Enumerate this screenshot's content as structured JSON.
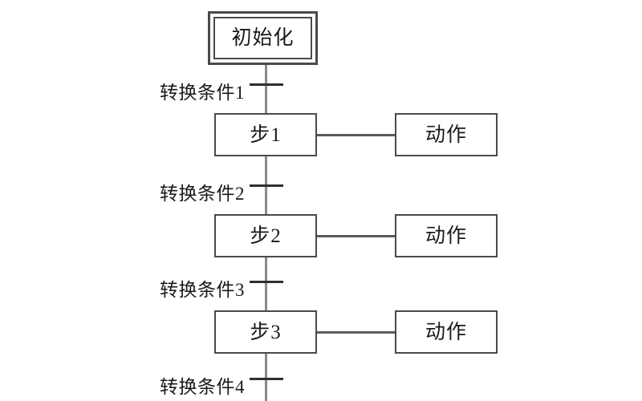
{
  "diagram": {
    "title": "SFC sequential function chart",
    "background_color": "#ffffff",
    "line_color": "#8a8a8a",
    "tick_color": "#2f2f2f",
    "box_border_color": "#4a4a4a",
    "text_color": "#1a1a1a"
  },
  "initial_step": {
    "label": "初始化"
  },
  "steps": [
    {
      "label": "步1",
      "action": "动作"
    },
    {
      "label": "步2",
      "action": "动作"
    },
    {
      "label": "步3",
      "action": "动作"
    }
  ],
  "transitions": [
    {
      "label": "转换条件1"
    },
    {
      "label": "转换条件2"
    },
    {
      "label": "转换条件3"
    },
    {
      "label": "转换条件4"
    }
  ]
}
